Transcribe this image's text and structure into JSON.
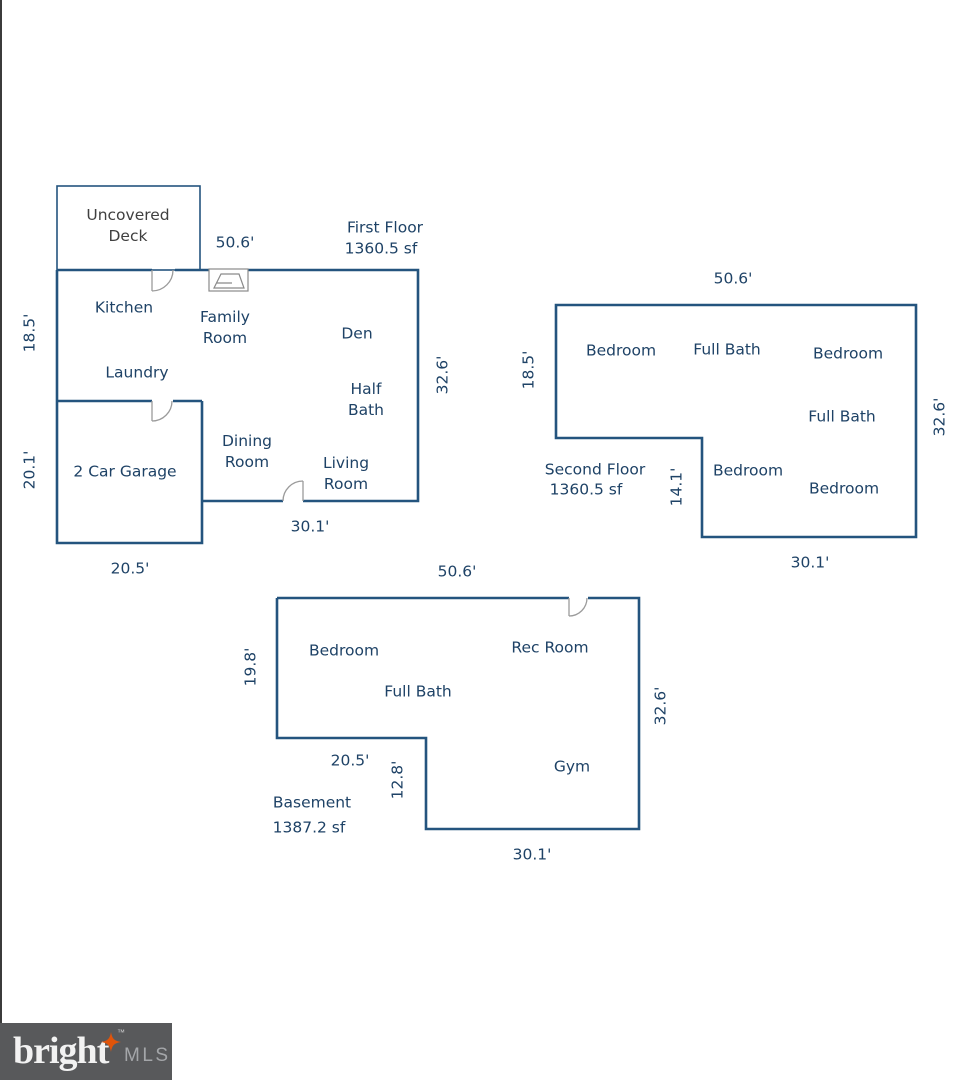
{
  "first_floor": {
    "title": "First Floor",
    "area": "1360.5 sf",
    "dim_top": "50.6'",
    "dim_left_upper": "18.5'",
    "dim_left_lower": "20.1'",
    "dim_right": "32.6'",
    "dim_bottom_main": "30.1'",
    "dim_bottom_garage": "20.5'",
    "rooms": {
      "deck": "Uncovered Deck",
      "kitchen": "Kitchen",
      "family_room": "Family Room",
      "den": "Den",
      "laundry": "Laundry",
      "half_bath": "Half Bath",
      "dining_room": "Dining Room",
      "living_room": "Living Room",
      "garage": "2 Car Garage"
    }
  },
  "second_floor": {
    "title": "Second Floor",
    "area": "1360.5 sf",
    "dim_top": "50.6'",
    "dim_left": "18.5'",
    "dim_right": "32.6'",
    "dim_step": "14.1'",
    "dim_bottom": "30.1'",
    "rooms": {
      "bedroom_nw": "Bedroom",
      "full_bath_top": "Full Bath",
      "bedroom_ne": "Bedroom",
      "full_bath_right": "Full Bath",
      "bedroom_s": "Bedroom",
      "bedroom_se": "Bedroom"
    }
  },
  "basement": {
    "title": "Basement",
    "area": "1387.2 sf",
    "dim_top": "50.6'",
    "dim_left": "19.8'",
    "dim_right": "32.6'",
    "dim_step_w": "20.5'",
    "dim_step_h": "12.8'",
    "dim_bottom": "30.1'",
    "rooms": {
      "bedroom": "Bedroom",
      "full_bath": "Full Bath",
      "rec_room": "Rec Room",
      "gym": "Gym"
    }
  },
  "footer": {
    "brand": "bright",
    "tm": "™",
    "mls": "MLS"
  },
  "colors": {
    "wall": "#24547E",
    "text": "#1E4266",
    "deck-text": "#404040",
    "door": "#9B9B9B",
    "fireplace": "#8A8A8A",
    "footer-bg": "#58595B",
    "footer-brand": "#F2F2F2",
    "footer-mls": "#A4A6A9",
    "star": "#E0540A",
    "border": "#3B3B3B"
  }
}
